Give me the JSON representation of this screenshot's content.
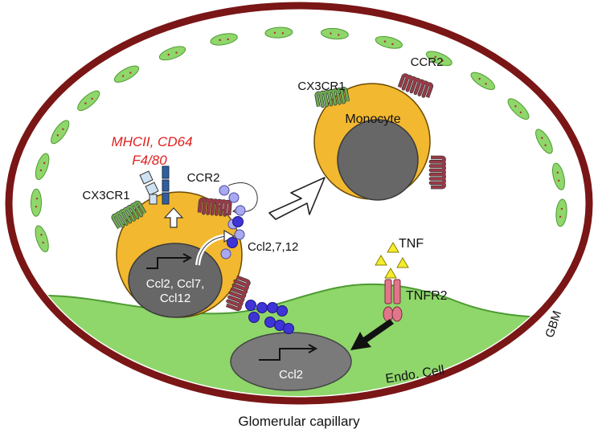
{
  "caption": "Glomerular capillary",
  "gbm_label": "GBM",
  "endo_label": "Endo. Cell",
  "monocyte": {
    "label": "Monocyte",
    "receptor_left": "CX3CR1",
    "receptor_right": "CCR2"
  },
  "macrophage": {
    "markers_line1": "MHCII, CD64",
    "markers_line2": "F4/80",
    "receptor_left": "CX3CR1",
    "receptor_right": "CCR2",
    "nucleus_line1": "Ccl2, Ccl7,",
    "nucleus_line2": "Ccl12"
  },
  "chemokine_label": "Ccl2,7,12",
  "tnf_label": "TNF",
  "tnfr2_label": "TNFR2",
  "endo_nucleus_label": "Ccl2",
  "colors": {
    "vessel_wall": "#7a1616",
    "endothelium": "#8fd66b",
    "endothelium_stroke": "#4e9a32",
    "cell_body": "#f2b830",
    "cell_stroke": "#6b4a00",
    "nucleus": "#676767",
    "marker_text": "#e0201f",
    "chemokine_dark": "#3f34d6",
    "chemokine_light": "#a9a9f2",
    "tnf": "#f4ec2e",
    "tnfr2": "#e0768b",
    "ccr2": "#9b3a46",
    "cx3cr1": "#6aa84f"
  }
}
